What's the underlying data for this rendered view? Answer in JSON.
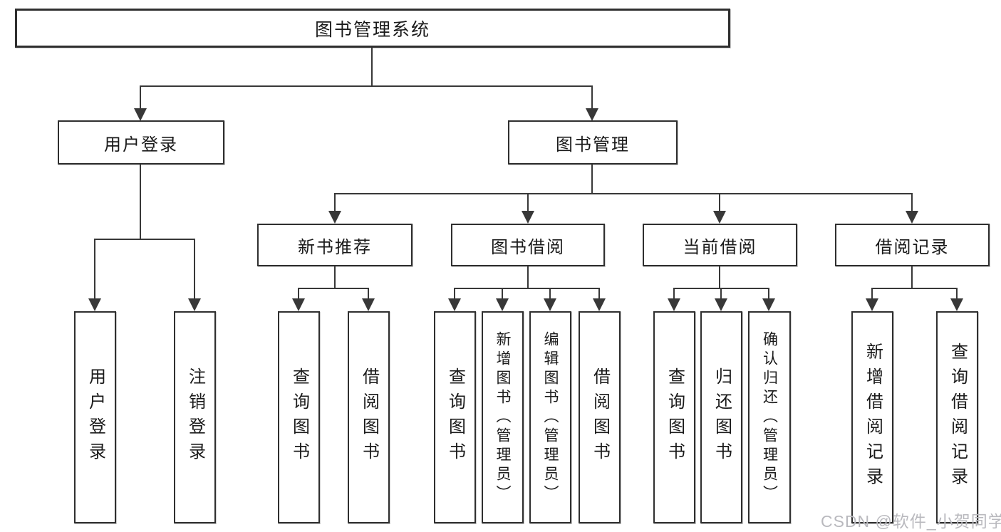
{
  "tree": {
    "root": "图书管理系统",
    "branches": [
      {
        "label": "用户登录",
        "leaves": [
          "用户登录",
          "注销登录"
        ]
      },
      {
        "label": "图书管理",
        "groups": [
          {
            "label": "新书推荐",
            "leaves": [
              "查询图书",
              "借阅图书"
            ]
          },
          {
            "label": "图书借阅",
            "leaves": [
              "查询图书",
              "新增图书（管理员）",
              "编辑图书（管理员）",
              "借阅图书"
            ]
          },
          {
            "label": "当前借阅",
            "leaves": [
              "查询图书",
              "归还图书",
              "确认归还（管理员）"
            ]
          },
          {
            "label": "借阅记录",
            "leaves": [
              "新增借阅记录",
              "查询借阅记录"
            ]
          }
        ]
      }
    ]
  },
  "watermark": "CSDN @软件_小贺同学",
  "colors": {
    "line": "#383838",
    "box_border": "#2f2f2f",
    "text": "#1a1a1a",
    "watermark": "#b9b9be",
    "background": "#ffffff"
  }
}
